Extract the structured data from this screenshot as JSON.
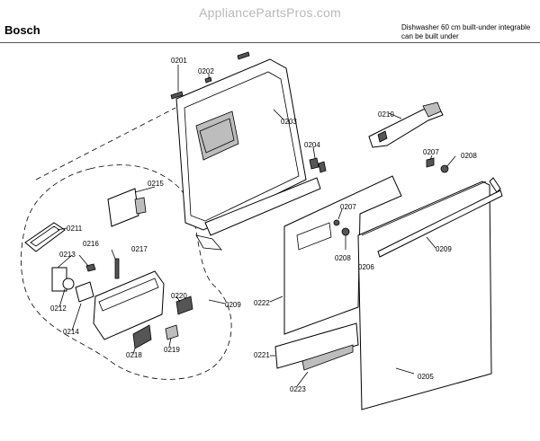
{
  "header": {
    "watermark": "AppliancePartsPros.com",
    "brand": "Bosch",
    "description_line1": "Dishwasher 60 cm built-under integrable",
    "description_line2": "can be built under"
  },
  "parts": [
    {
      "id": "l0201",
      "label": "0201"
    },
    {
      "id": "l0202",
      "label": "0202"
    },
    {
      "id": "l0203",
      "label": "0203"
    },
    {
      "id": "l0204",
      "label": "0204"
    },
    {
      "id": "l0205",
      "label": "0205"
    },
    {
      "id": "l0206",
      "label": "0206"
    },
    {
      "id": "l0207a",
      "label": "0207"
    },
    {
      "id": "l0207b",
      "label": "0207"
    },
    {
      "id": "l0208a",
      "label": "0208"
    },
    {
      "id": "l0208b",
      "label": "0208"
    },
    {
      "id": "l0209a",
      "label": "0209"
    },
    {
      "id": "l0209b",
      "label": "0209"
    },
    {
      "id": "l0210",
      "label": "0210"
    },
    {
      "id": "l0211",
      "label": "0211"
    },
    {
      "id": "l0212",
      "label": "0212"
    },
    {
      "id": "l0213",
      "label": "0213"
    },
    {
      "id": "l0214",
      "label": "0214"
    },
    {
      "id": "l0215",
      "label": "0215"
    },
    {
      "id": "l0216",
      "label": "0216"
    },
    {
      "id": "l0217",
      "label": "0217"
    },
    {
      "id": "l0218",
      "label": "0218"
    },
    {
      "id": "l0219",
      "label": "0219"
    },
    {
      "id": "l0220",
      "label": "0220"
    },
    {
      "id": "l0221",
      "label": "0221"
    },
    {
      "id": "l0222",
      "label": "0222"
    },
    {
      "id": "l0223",
      "label": "0223"
    }
  ]
}
